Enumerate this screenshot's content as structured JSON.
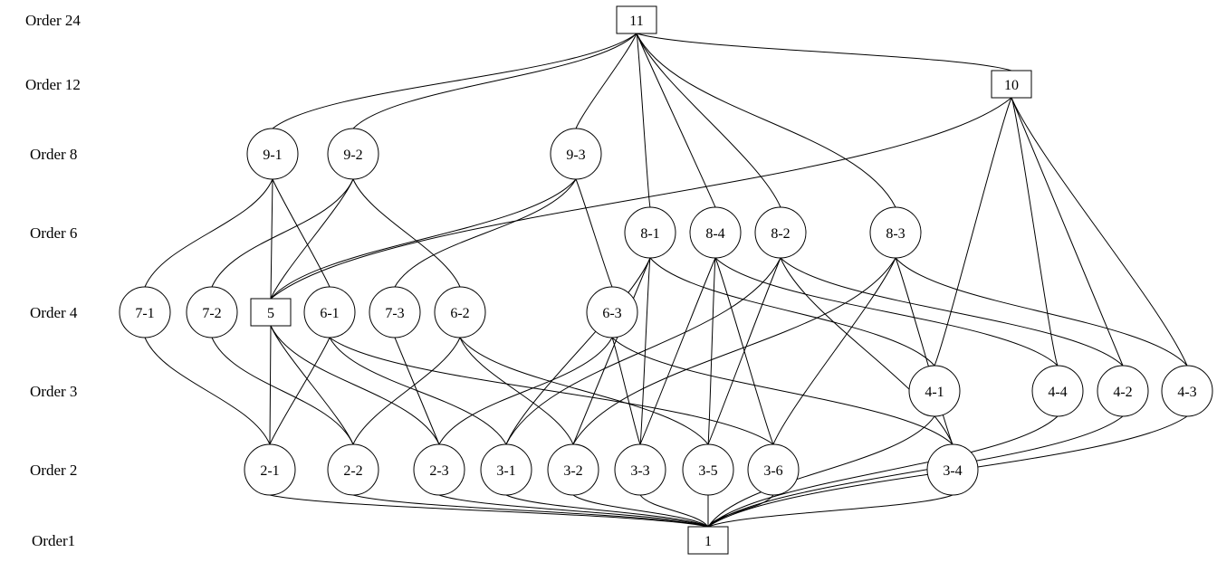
{
  "order_labels": [
    {
      "id": "o24",
      "text": "Order 24"
    },
    {
      "id": "o12",
      "text": "Order 12"
    },
    {
      "id": "o8",
      "text": "Order 8"
    },
    {
      "id": "o6",
      "text": "Order 6"
    },
    {
      "id": "o4",
      "text": "Order 4"
    },
    {
      "id": "o3",
      "text": "Order 3"
    },
    {
      "id": "o2",
      "text": "Order 2"
    },
    {
      "id": "o1",
      "text": "Order1"
    }
  ],
  "nodes": [
    {
      "id": "n11",
      "label": "11",
      "shape": "box"
    },
    {
      "id": "n10",
      "label": "10",
      "shape": "box"
    },
    {
      "id": "n9-1",
      "label": "9-1",
      "shape": "circle"
    },
    {
      "id": "n9-2",
      "label": "9-2",
      "shape": "circle"
    },
    {
      "id": "n9-3",
      "label": "9-3",
      "shape": "circle"
    },
    {
      "id": "n8-1",
      "label": "8-1",
      "shape": "circle"
    },
    {
      "id": "n8-4",
      "label": "8-4",
      "shape": "circle"
    },
    {
      "id": "n8-2",
      "label": "8-2",
      "shape": "circle"
    },
    {
      "id": "n8-3",
      "label": "8-3",
      "shape": "circle"
    },
    {
      "id": "n7-1",
      "label": "7-1",
      "shape": "circle"
    },
    {
      "id": "n7-2",
      "label": "7-2",
      "shape": "circle"
    },
    {
      "id": "n5",
      "label": "5",
      "shape": "box"
    },
    {
      "id": "n6-1",
      "label": "6-1",
      "shape": "circle"
    },
    {
      "id": "n7-3",
      "label": "7-3",
      "shape": "circle"
    },
    {
      "id": "n6-2",
      "label": "6-2",
      "shape": "circle"
    },
    {
      "id": "n6-3",
      "label": "6-3",
      "shape": "circle"
    },
    {
      "id": "n4-1",
      "label": "4-1",
      "shape": "circle"
    },
    {
      "id": "n4-4",
      "label": "4-4",
      "shape": "circle"
    },
    {
      "id": "n4-2",
      "label": "4-2",
      "shape": "circle"
    },
    {
      "id": "n4-3",
      "label": "4-3",
      "shape": "circle"
    },
    {
      "id": "n2-1",
      "label": "2-1",
      "shape": "circle"
    },
    {
      "id": "n2-2",
      "label": "2-2",
      "shape": "circle"
    },
    {
      "id": "n2-3",
      "label": "2-3",
      "shape": "circle"
    },
    {
      "id": "n3-1",
      "label": "3-1",
      "shape": "circle"
    },
    {
      "id": "n3-2",
      "label": "3-2",
      "shape": "circle"
    },
    {
      "id": "n3-3",
      "label": "3-3",
      "shape": "circle"
    },
    {
      "id": "n3-5",
      "label": "3-5",
      "shape": "circle"
    },
    {
      "id": "n3-6",
      "label": "3-6",
      "shape": "circle"
    },
    {
      "id": "n3-4",
      "label": "3-4",
      "shape": "circle"
    },
    {
      "id": "n1",
      "label": "1",
      "shape": "box"
    }
  ],
  "edges": [
    [
      "n11",
      "n10"
    ],
    [
      "n11",
      "n9-1"
    ],
    [
      "n11",
      "n9-2"
    ],
    [
      "n11",
      "n9-3"
    ],
    [
      "n11",
      "n8-1"
    ],
    [
      "n11",
      "n8-4"
    ],
    [
      "n11",
      "n8-2"
    ],
    [
      "n11",
      "n8-3"
    ],
    [
      "n10",
      "n5"
    ],
    [
      "n10",
      "n4-1"
    ],
    [
      "n10",
      "n4-4"
    ],
    [
      "n10",
      "n4-2"
    ],
    [
      "n10",
      "n4-3"
    ],
    [
      "n9-1",
      "n7-1"
    ],
    [
      "n9-1",
      "n5"
    ],
    [
      "n9-1",
      "n6-1"
    ],
    [
      "n9-2",
      "n7-2"
    ],
    [
      "n9-2",
      "n5"
    ],
    [
      "n9-2",
      "n6-2"
    ],
    [
      "n9-3",
      "n5"
    ],
    [
      "n9-3",
      "n7-3"
    ],
    [
      "n9-3",
      "n6-3"
    ],
    [
      "n8-1",
      "n3-1"
    ],
    [
      "n8-1",
      "n3-2"
    ],
    [
      "n8-1",
      "n3-3"
    ],
    [
      "n8-1",
      "n4-1"
    ],
    [
      "n8-4",
      "n3-3"
    ],
    [
      "n8-4",
      "n3-5"
    ],
    [
      "n8-4",
      "n3-6"
    ],
    [
      "n8-4",
      "n4-4"
    ],
    [
      "n8-2",
      "n3-1"
    ],
    [
      "n8-2",
      "n3-5"
    ],
    [
      "n8-2",
      "n3-4"
    ],
    [
      "n8-2",
      "n4-2"
    ],
    [
      "n8-3",
      "n3-2"
    ],
    [
      "n8-3",
      "n3-6"
    ],
    [
      "n8-3",
      "n3-4"
    ],
    [
      "n8-3",
      "n4-3"
    ],
    [
      "n7-1",
      "n2-1"
    ],
    [
      "n7-2",
      "n2-2"
    ],
    [
      "n5",
      "n2-1"
    ],
    [
      "n5",
      "n2-2"
    ],
    [
      "n5",
      "n2-3"
    ],
    [
      "n6-1",
      "n2-1"
    ],
    [
      "n6-1",
      "n3-1"
    ],
    [
      "n6-1",
      "n3-6"
    ],
    [
      "n7-3",
      "n2-3"
    ],
    [
      "n6-2",
      "n2-2"
    ],
    [
      "n6-2",
      "n3-2"
    ],
    [
      "n6-2",
      "n3-5"
    ],
    [
      "n6-3",
      "n2-3"
    ],
    [
      "n6-3",
      "n3-3"
    ],
    [
      "n6-3",
      "n3-4"
    ],
    [
      "n4-1",
      "n1"
    ],
    [
      "n4-4",
      "n1"
    ],
    [
      "n4-2",
      "n1"
    ],
    [
      "n4-3",
      "n1"
    ],
    [
      "n2-1",
      "n1"
    ],
    [
      "n2-2",
      "n1"
    ],
    [
      "n2-3",
      "n1"
    ],
    [
      "n3-1",
      "n1"
    ],
    [
      "n3-2",
      "n1"
    ],
    [
      "n3-3",
      "n1"
    ],
    [
      "n3-5",
      "n1"
    ],
    [
      "n3-6",
      "n1"
    ],
    [
      "n3-4",
      "n1"
    ]
  ]
}
